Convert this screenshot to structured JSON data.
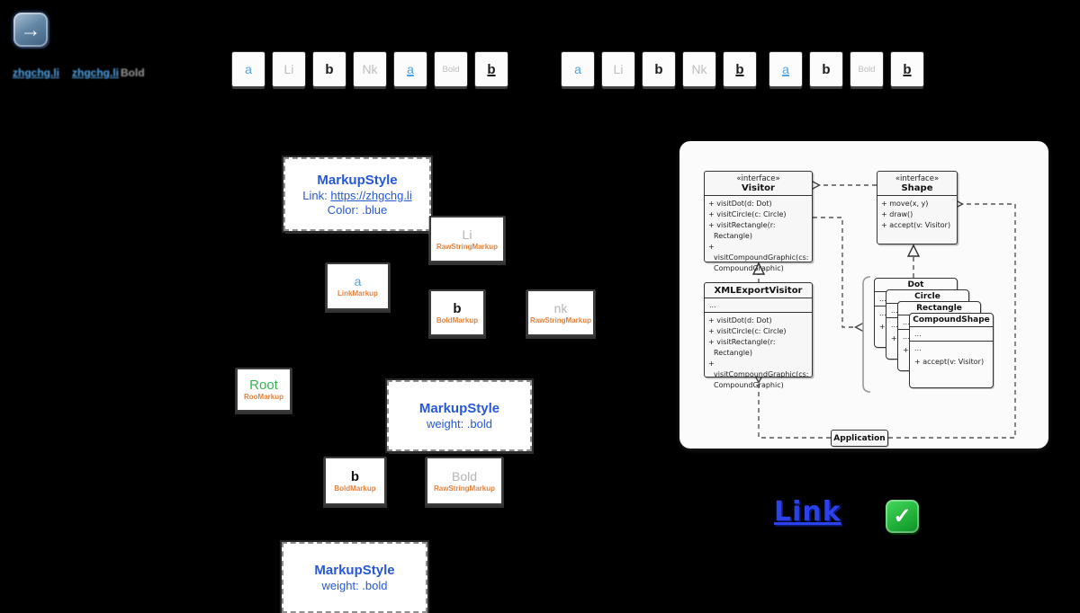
{
  "hero": {
    "arrow_glyph": "→",
    "tiny_link_1": "zhgchg.li",
    "tiny_link_2": "zhgchg.li",
    "tiny_suffix_2": "Bold"
  },
  "token_rows": {
    "left": [
      {
        "label": "a",
        "cls": "blue"
      },
      {
        "label": "Li",
        "cls": "gray"
      },
      {
        "label": "b",
        "cls": "boldb"
      },
      {
        "label": "Nk",
        "cls": "gray"
      },
      {
        "label": "a",
        "cls": "blue u"
      },
      {
        "label": "Bold",
        "cls": "gray sm"
      },
      {
        "label": "b",
        "cls": "boldb u"
      }
    ],
    "right": [
      {
        "label": "a",
        "cls": "blue"
      },
      {
        "label": "Li",
        "cls": "gray"
      },
      {
        "label": "b",
        "cls": "boldb"
      },
      {
        "label": "Nk",
        "cls": "gray"
      },
      {
        "label": "b",
        "cls": "boldb u"
      },
      {
        "label": "a",
        "cls": "blue u gap"
      },
      {
        "label": "b",
        "cls": "boldb"
      },
      {
        "label": "Bold",
        "cls": "gray sm"
      },
      {
        "label": "b",
        "cls": "boldb u"
      }
    ]
  },
  "tree": {
    "style_link": {
      "title": "MarkupStyle",
      "line2_prefix": "Link: ",
      "line2_url": "https://zhgchg.li",
      "line3": "Color: .blue"
    },
    "li1": {
      "label": "Li",
      "sub": "RawStringMarkup"
    },
    "a1": {
      "label": "a",
      "sub": "LinkMarkup"
    },
    "b1": {
      "label": "b",
      "sub": "BoldMarkup"
    },
    "nk1": {
      "label": "nk",
      "sub": "RawStringMarkup"
    },
    "root": {
      "label": "Root",
      "sub": "RooMarkup"
    },
    "style_bold1": {
      "title": "MarkupStyle",
      "line2": "weight: .bold"
    },
    "b2": {
      "label": "b",
      "sub": "BoldMarkup"
    },
    "bold1": {
      "label": "Bold",
      "sub": "RawStringMarkup"
    },
    "style_bold2": {
      "title": "MarkupStyle",
      "line2": "weight: .bold"
    }
  },
  "uml": {
    "visitor": {
      "stereotype": "«interface»",
      "name": "Visitor",
      "methods": [
        "+ visitDot(d: Dot)",
        "+ visitCircle(c: Circle)",
        "+ visitRectangle(r: Rectangle)",
        "+ visitCompoundGraphic(cs: CompoundGraphic)"
      ]
    },
    "shape": {
      "stereotype": "«interface»",
      "name": "Shape",
      "methods": [
        "+ move(x, y)",
        "+ draw()",
        "+ accept(v: Visitor)"
      ]
    },
    "xml_export_visitor": {
      "name": "XMLExportVisitor",
      "ellipsis": "...",
      "methods": [
        "+ visitDot(d: Dot)",
        "+ visitCircle(c: Circle)",
        "+ visitRectangle(r: Rectangle)",
        "+ visitCompoundGraphic(cs: CompoundGraphic)"
      ]
    },
    "cards": [
      {
        "name": "Dot",
        "rows": [
          "...",
          "...",
          "+ ..."
        ]
      },
      {
        "name": "Circle",
        "rows": [
          "...",
          "...",
          "+ ..."
        ]
      },
      {
        "name": "Rectangle",
        "rows": [
          "...",
          "...",
          "+ ..."
        ]
      },
      {
        "name": "CompoundShape",
        "rows": [
          "...",
          "...",
          "+ accept(v: Visitor)"
        ]
      }
    ],
    "application": {
      "name": "Application"
    }
  },
  "footer": {
    "link_label": "Link",
    "check_glyph": "✓"
  }
}
